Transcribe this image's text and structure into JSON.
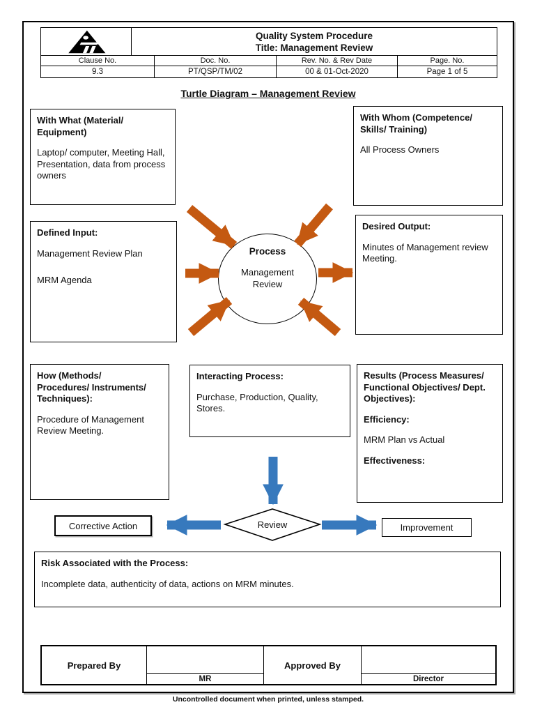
{
  "page": {
    "caption": "Uncontrolled document when printed, unless stamped."
  },
  "header": {
    "logo": "pyramid-logo",
    "title_line1": "Quality System Procedure",
    "title_line2": "Title: Management Review",
    "labels": {
      "clause": "Clause No.",
      "doc": "Doc. No.",
      "rev": "Rev. No. & Rev Date",
      "page": "Page. No."
    },
    "values": {
      "clause": "9.3",
      "doc": "PT/QSP/TM/02",
      "rev": "00 & 01-Oct-2020",
      "page": "Page 1 of 5"
    }
  },
  "diagram": {
    "title": "Turtle Diagram – Management Review",
    "with_what": {
      "heading": [
        "With What (Material/",
        "Equipment)"
      ],
      "body": "Laptop/ computer, Meeting Hall, Presentation, data from process owners"
    },
    "with_whom": {
      "heading": [
        "With Whom (Competence/",
        "Skills/ Training)"
      ],
      "body": "All Process Owners"
    },
    "defined_input": {
      "heading": "Defined Input:",
      "p1": "Management Review Plan",
      "p2": "MRM Agenda"
    },
    "desired_output": {
      "heading": "Desired Output:",
      "body": "Minutes of Management review Meeting."
    },
    "process_circle": {
      "label": "Process",
      "line1": "Management",
      "line2": "Review"
    },
    "how": {
      "heading": [
        "How (Methods/",
        "Procedures/ Instruments/",
        "Techniques):"
      ],
      "body": "Procedure of Management Review Meeting."
    },
    "interacting": {
      "heading": "Interacting Process:",
      "body": "Purchase, Production, Quality, Stores."
    },
    "results": {
      "heading": [
        "Results (Process Measures/",
        "Functional Objectives/ Dept.",
        "Objectives):"
      ],
      "p1": "Efficiency:",
      "p2": "MRM Plan vs Actual",
      "p3": "Effectiveness:"
    },
    "review_diamond": "Review",
    "corrective_action": "Corrective Action",
    "improvement": "Improvement",
    "risk": {
      "heading": "Risk Associated with the Process:",
      "body": "Incomplete data, authenticity of data, actions on MRM minutes."
    }
  },
  "footer": {
    "prepared_by": "Prepared By",
    "prepared_role": "MR",
    "approved_by": "Approved By",
    "approved_role": "Director"
  },
  "colors": {
    "arrow_orange": "#C45911",
    "arrow_blue": "#3779BD",
    "line_black": "#000000"
  }
}
